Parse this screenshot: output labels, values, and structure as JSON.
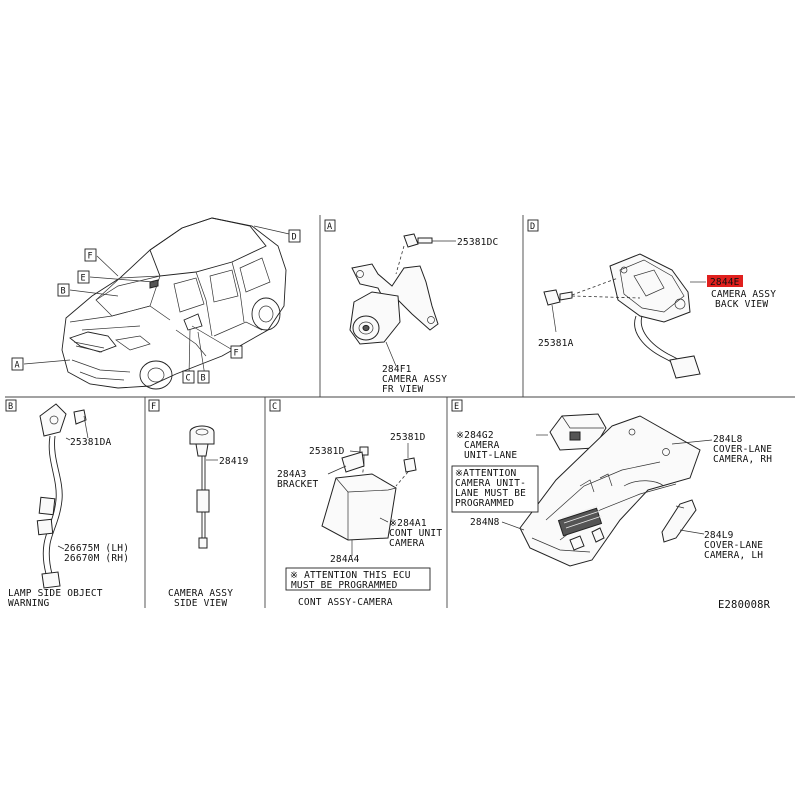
{
  "figure_code": "E280008R",
  "callouts": {
    "a": "A",
    "b": "B",
    "c": "C",
    "d": "D",
    "e": "E",
    "f": "F"
  },
  "panel_a": {
    "tag": "A",
    "bolt_part": "25381DC",
    "part_number": "284F1",
    "label_line1": "CAMERA ASSY",
    "label_line2": "FR VIEW"
  },
  "panel_d": {
    "tag": "D",
    "part_number": "2844E",
    "label_line1": "CAMERA ASSY",
    "label_line2": "BACK VIEW",
    "bolt_part": "25381A"
  },
  "panel_b": {
    "tag": "B",
    "clip_part": "25381DA",
    "part_lh": "26675M (LH)",
    "part_rh": "26670M (RH)",
    "label_line1": "LAMP SIDE OBJECT",
    "label_line2": "WARNING"
  },
  "panel_f": {
    "tag": "F",
    "part_number": "28419",
    "label_line1": "CAMERA ASSY",
    "label_line2": "SIDE VIEW"
  },
  "panel_c": {
    "tag": "C",
    "bolt_left": "25381D",
    "bolt_right": "25381D",
    "bracket_part": "284A3",
    "bracket_label": "BRACKET",
    "unit_part": "※284A1",
    "unit_label1": "CONT UNIT",
    "unit_label2": "CAMERA",
    "assy_part": "284A4",
    "attention1": "※ ATTENTION THIS ECU",
    "attention2": "MUST BE PROGRAMMED",
    "label": "CONT ASSY-CAMERA"
  },
  "panel_e": {
    "tag": "E",
    "camera_part": "※284G2",
    "camera_label1": "CAMERA",
    "camera_label2": "UNIT-LANE",
    "attention1": "※ATTENTION",
    "attention2": "CAMERA UNIT-",
    "attention3": "LANE MUST BE",
    "attention4": "PROGRAMMED",
    "assy_part": "284N8",
    "rh_part": "284L8",
    "rh_label1": "COVER-LANE",
    "rh_label2": "CAMERA, RH",
    "lh_part": "284L9",
    "lh_label1": "COVER-LANE",
    "lh_label2": "CAMERA, LH"
  },
  "highlight_color": "#e0201e"
}
